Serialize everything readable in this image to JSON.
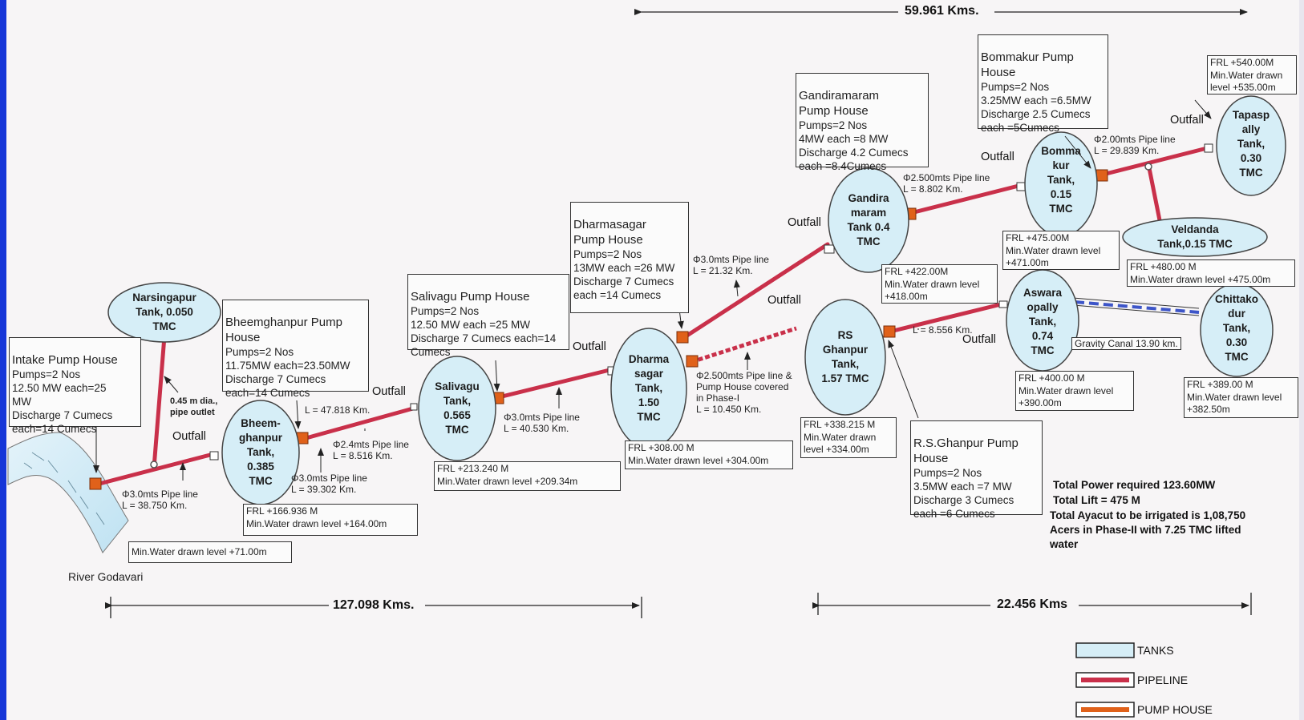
{
  "distances": {
    "top": "59.961 Kms.",
    "bottom_left": "127.098 Kms.",
    "bottom_right": "22.456 Kms"
  },
  "river": "River Godavari",
  "tanks": {
    "narsingapur": "Narsingapur\nTank, 0.050\nTMC",
    "bheemghanpur": "Bheem-\nghanpur\nTank,\n0.385\nTMC",
    "salivagu": "Salivagu\nTank,\n0.565\nTMC",
    "dharmasagar": "Dharma\nsagar\nTank,\n1.50\nTMC",
    "rsghanpur": "RS\nGhanpur\nTank,\n1.57 TMC",
    "gandiramaram": "Gandira\nmaram\nTank 0.4\nTMC",
    "bommakur": "Bomma\nkur\nTank,\n0.15\nTMC",
    "tapaspally": "Tapasp\nally\nTank,\n0.30\nTMC",
    "veldanda": "Veldanda\nTank,0.15 TMC",
    "aswaraopally": "Aswara\nopally\nTank,\n0.74\nTMC",
    "chittakodur": "Chittako\ndur\nTank,\n0.30\nTMC"
  },
  "pump_houses": {
    "intake": {
      "title": "Intake Pump House",
      "body": "Pumps=2 Nos\n12.50 MW each=25\nMW\nDischarge 7 Cumecs\neach=14 Cumecs"
    },
    "bheemghanpur": {
      "title": "Bheemghanpur Pump\nHouse",
      "body": "Pumps=2 Nos\n11.75MW each=23.50MW\nDischarge 7 Cumecs\neach=14 Cumecs"
    },
    "salivagu": {
      "title": "Salivagu Pump House",
      "body": "Pumps=2 Nos\n12.50 MW each =25 MW\nDischarge 7 Cumecs each=14\nCumecs"
    },
    "dharmasagar": {
      "title": "Dharmasagar\nPump House",
      "body": "Pumps=2 Nos\n13MW each =26 MW\nDischarge 7 Cumecs\neach =14 Cumecs"
    },
    "gandiramaram": {
      "title": "Gandiramaram\nPump House",
      "body": "Pumps=2 Nos\n4MW each =8 MW\nDischarge 4.2 Cumecs\neach =8.4Cumecs"
    },
    "bommakur": {
      "title": "Bommakur Pump\nHouse",
      "body": "Pumps=2 Nos\n3.25MW each =6.5MW\nDischarge 2.5 Cumecs\neach =5Cumecs"
    },
    "rsghanpur": {
      "title": "R.S.Ghanpur Pump\nHouse",
      "body": "Pumps=2 Nos\n3.5MW each =7 MW\nDischarge 3 Cumecs\neach =6 Cumecs"
    }
  },
  "levels": {
    "godavari": "Min.Water drawn level +71.00m",
    "bheemghanpur": "FRL +166.936 M\nMin.Water drawn level +164.00m",
    "salivagu": "FRL +213.240 M\nMin.Water drawn level +209.34m",
    "dharmasagar": "FRL +308.00 M\nMin.Water drawn level +304.00m",
    "rsghanpur": "FRL +338.215 M\nMin.Water drawn\nlevel +334.00m",
    "gandiramaram": "FRL +422.00M\nMin.Water drawn level\n+418.00m",
    "bommakur": "FRL +475.00M\nMin.Water drawn level\n+471.00m",
    "tapaspally": "FRL +540.00M\nMin.Water drawn\nlevel +535.00m",
    "veldanda": "FRL +480.00 M\nMin.Water drawn level +475.00m",
    "aswaraopally": "FRL +400.00 M\nMin.Water drawn level\n+390.00m",
    "chittakodur": "FRL +389.00 M\nMin.Water drawn level\n+382.50m"
  },
  "pipes": {
    "p1": "Φ3.0mts Pipe line\nL = 38.750 Km.",
    "outlet": "0.45 m dia.,\npipe outlet",
    "p2a": "Φ3.0mts Pipe line\nL = 39.302 Km.",
    "p2b": "Φ2.4mts Pipe line\nL = 8.516 Km.",
    "p2c": "L = 47.818 Km.",
    "p3": "Φ3.0mts Pipe line\nL = 40.530 Km.",
    "p4": "Φ3.0mts Pipe line\nL = 21.32 Km.",
    "p5": "Φ2.500mts Pipe line &\nPump House covered\nin Phase-I\nL = 10.450 Km.",
    "p6": "Φ2.500mts Pipe line\nL = 8.802 Km.",
    "p7": "Φ2.00mts Pipe line\nL = 29.839 Km.",
    "p8": "L = 8.556 Km.",
    "canal": "Gravity Canal 13.90 km."
  },
  "outfalls": {
    "label": "Outfall"
  },
  "summary": {
    "power": "Total Power required 123.60MW",
    "lift": "Total Lift = 475 M",
    "ayacut": "Total Ayacut to be irrigated is 1,08,750\nAcers in Phase-II with 7.25 TMC lifted\nwater"
  },
  "legend": {
    "tanks": "TANKS",
    "pipeline": "PIPELINE",
    "pump_house": "PUMP HOUSE"
  },
  "colors": {
    "tank_fill": "#d6eef7",
    "pipeline": "#c9304a",
    "pump_house": "#e0611a",
    "canal_dash": "#3d55c8"
  }
}
